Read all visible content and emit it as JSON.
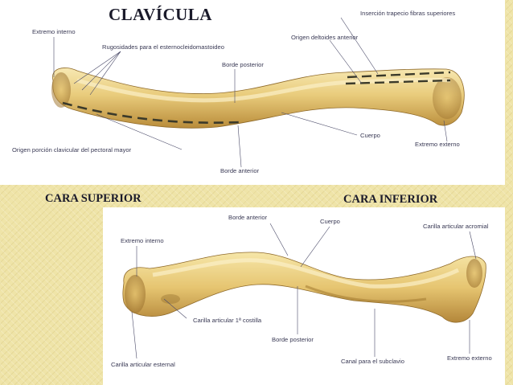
{
  "title": "CLAVÍCULA",
  "faces": {
    "superior": "CARA SUPERIOR",
    "inferior": "CARA INFERIOR"
  },
  "top_labels": {
    "extremo_interno": "Extremo interno",
    "rugosidades": "Rugosidades para el esternocleidomastoideo",
    "borde_posterior": "Borde posterior",
    "insercion_trapecio": "Inserción trapecio fibras superiores",
    "origen_deltoides": "Origen deltoides anterior",
    "cuerpo": "Cuerpo",
    "extremo_externo": "Extremo externo",
    "origen_pectoral": "Origen porción clavicular del pectoral mayor",
    "borde_anterior": "Borde anterior"
  },
  "bottom_labels": {
    "borde_anterior": "Borde anterior",
    "cuerpo": "Cuerpo",
    "carilla_acromial": "Carilla articular acromial",
    "extremo_interno": "Extremo interno",
    "carilla_costilla": "Carilla articular 1ª costilla",
    "borde_posterior": "Borde posterior",
    "carilla_esternal": "Carilla articular esternal",
    "canal_subclavio": "Canal para el subclavio",
    "extremo_externo": "Extremo externo"
  },
  "colors": {
    "bone_light": "#f3df9a",
    "bone_mid": "#dcb862",
    "bone_shadow": "#a4782c",
    "leader_line": "#4a4a68",
    "dash_line": "#3b3a2a"
  }
}
